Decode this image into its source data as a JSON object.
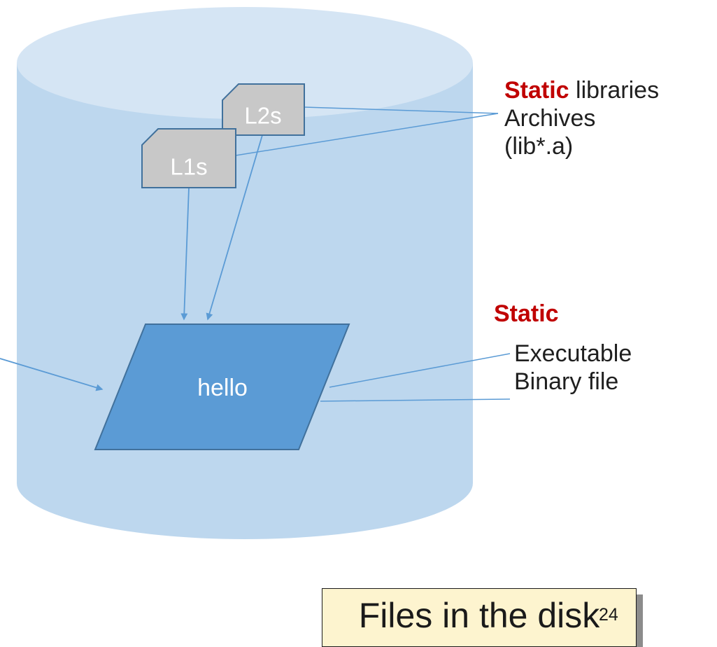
{
  "diagram": {
    "files": {
      "l1s": "L1s",
      "l2s": "L2s",
      "hello": "hello"
    },
    "static_libraries": {
      "emphasis": "Static",
      "line1_rest": " libraries",
      "line2": "Archives",
      "line3": "(lib*.a)"
    },
    "static_executable": {
      "heading": "Static",
      "line1": "Executable",
      "line2": "Binary file"
    },
    "caption": "Files in the disk",
    "slide_number": "24"
  },
  "colors": {
    "disk_body": "#bdd7ee",
    "disk_top": "#d5e5f4",
    "executable_fill": "#5b9bd5",
    "executable_stroke": "#41719c",
    "library_fill": "#c8c8c8",
    "library_stroke": "#41719c",
    "arrow": "#5b9bd5",
    "static_accent": "#c00000",
    "caption_fill": "#fdf4cf"
  }
}
